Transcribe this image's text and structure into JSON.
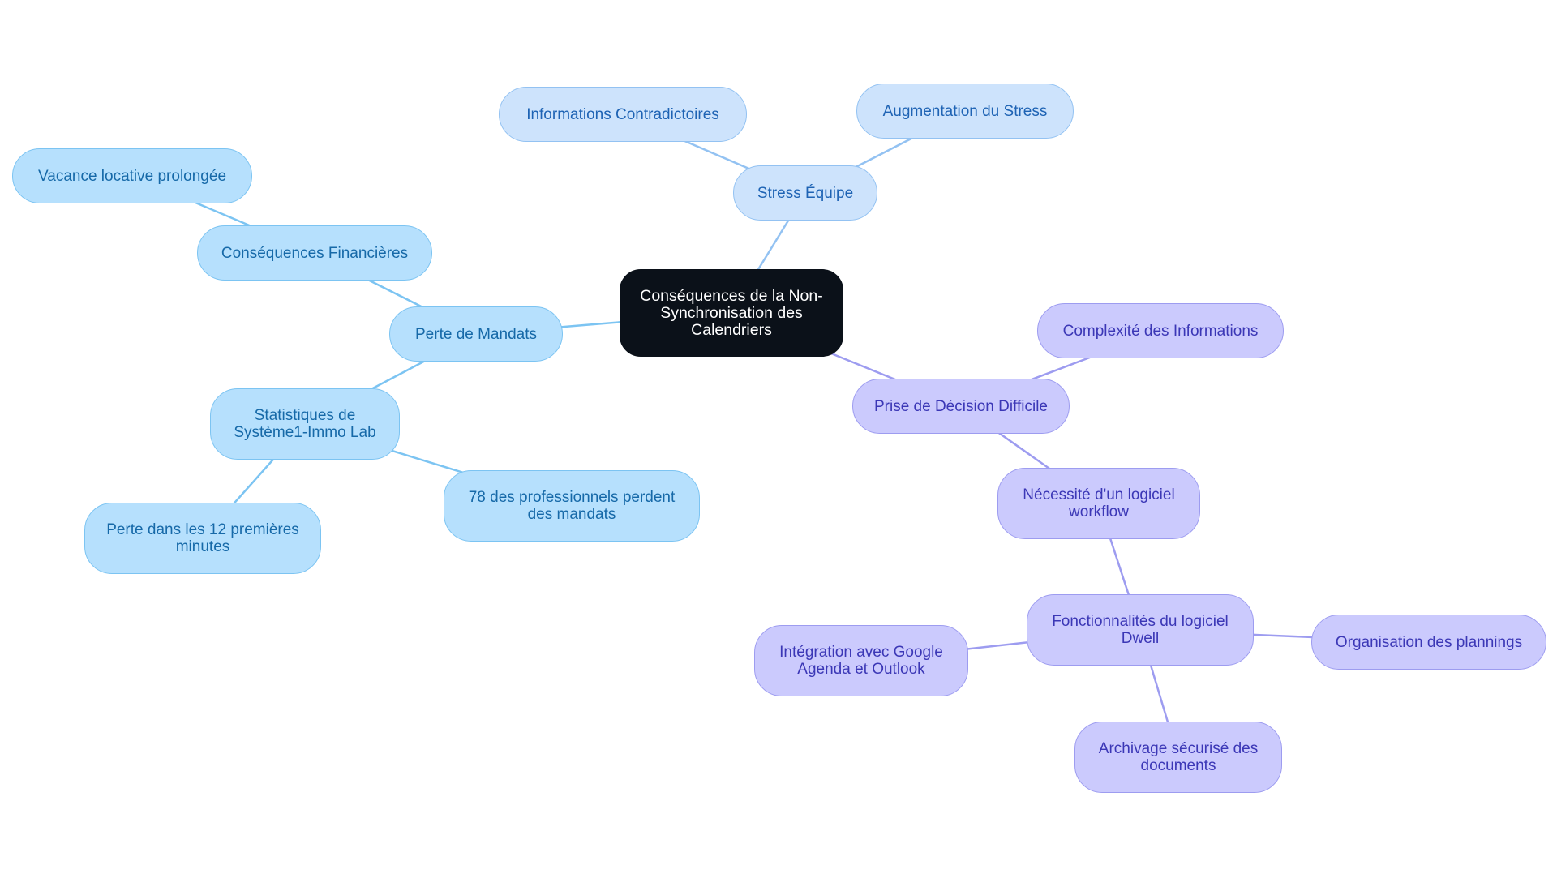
{
  "colors": {
    "root_fill": "#0b1119",
    "sky_edge": "#7cc4f2",
    "blue_edge": "#93c2f2",
    "violet_edge": "#9d9cf0"
  },
  "mindmap": {
    "root": {
      "label": "Conséquences de la Non-Synchronisation des Calendriers"
    },
    "stress": {
      "label": "Stress Équipe",
      "children": {
        "info": "Informations Contradictoires",
        "augment": "Augmentation du Stress"
      }
    },
    "mandats": {
      "label": "Perte de Mandats",
      "children": {
        "financieres": "Conséquences Financières",
        "vacance": "Vacance locative prolongée",
        "statistiques": "Statistiques de Système1-Immo Lab",
        "perte12": "Perte dans les 12 premières minutes",
        "pct78": "78 des professionnels perdent des mandats"
      }
    },
    "decision": {
      "label": "Prise de Décision Difficile",
      "children": {
        "complexite": "Complexité des Informations",
        "necessite": "Nécessité d'un logiciel workflow",
        "fonctionnalites": "Fonctionnalités du logiciel Dwell",
        "organisation": "Organisation des plannings",
        "integration": "Intégration avec Google Agenda et Outlook",
        "archivage": "Archivage sécurisé des documents"
      }
    }
  }
}
